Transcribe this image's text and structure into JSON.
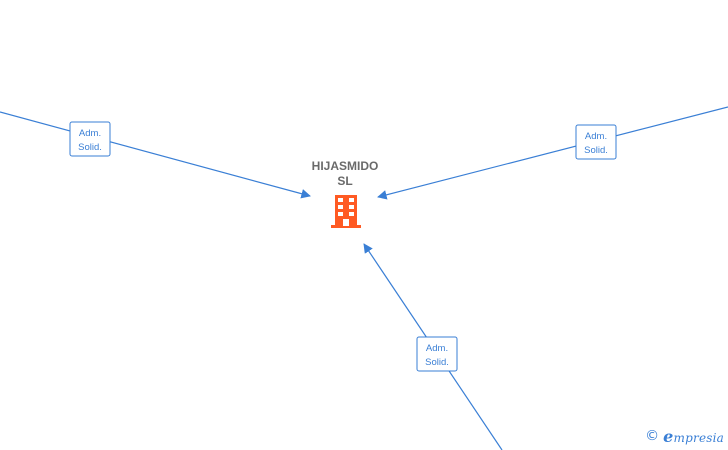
{
  "company": {
    "name_line1": "HIJASMIDO",
    "name_line2": "SL",
    "icon": "building-icon",
    "icon_color": "#ff5a23"
  },
  "edges": [
    {
      "role_line1": "Adm.",
      "role_line2": "Solid."
    },
    {
      "role_line1": "Adm.",
      "role_line2": "Solid."
    },
    {
      "role_line1": "Adm.",
      "role_line2": "Solid."
    }
  ],
  "watermark": {
    "symbol": "©",
    "brand_initial": "e",
    "brand_rest": "mpresia"
  },
  "colors": {
    "edge": "#3a7fd5",
    "node_label": "#6a6a6a"
  }
}
